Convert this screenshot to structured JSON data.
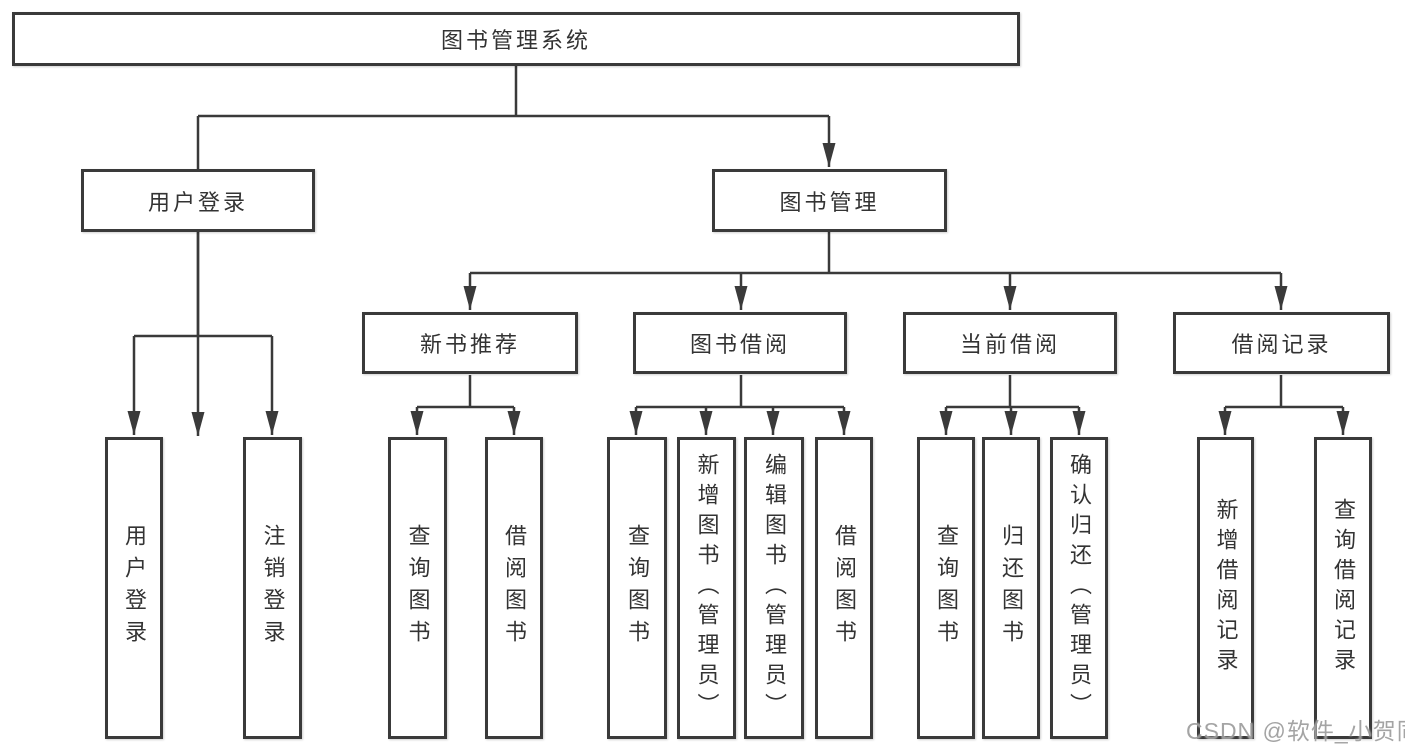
{
  "diagram": {
    "title": "library-management-system-function-tree",
    "root": {
      "label": "图书管理系统"
    },
    "level2": [
      {
        "label": "用户登录"
      },
      {
        "label": "图书管理"
      }
    ],
    "level3": [
      {
        "label": "新书推荐"
      },
      {
        "label": "图书借阅"
      },
      {
        "label": "当前借阅"
      },
      {
        "label": "借阅记录"
      }
    ],
    "leaves": [
      {
        "label": "用户登录",
        "parent": "用户登录"
      },
      {
        "label": "注销登录",
        "parent": "用户登录"
      },
      {
        "label": "查询图书",
        "parent": "新书推荐"
      },
      {
        "label": "借阅图书",
        "parent": "新书推荐"
      },
      {
        "label": "查询图书",
        "parent": "图书借阅"
      },
      {
        "label": "新增图书（管理员）",
        "parent": "图书借阅"
      },
      {
        "label": "编辑图书（管理员）",
        "parent": "图书借阅"
      },
      {
        "label": "借阅图书",
        "parent": "图书借阅"
      },
      {
        "label": "查询图书",
        "parent": "当前借阅"
      },
      {
        "label": "归还图书",
        "parent": "当前借阅"
      },
      {
        "label": "确认归还（管理员）",
        "parent": "当前借阅"
      },
      {
        "label": "新增借阅记录",
        "parent": "借阅记录"
      },
      {
        "label": "查询借阅记录",
        "parent": "借阅记录"
      }
    ]
  },
  "watermark": {
    "text": "CSDN @软件_小贺同学"
  },
  "colors": {
    "line": "#3a3a3a",
    "border": "#3a3a3a",
    "text": "#333333",
    "watermark": "#949494",
    "background": "#ffffff"
  }
}
